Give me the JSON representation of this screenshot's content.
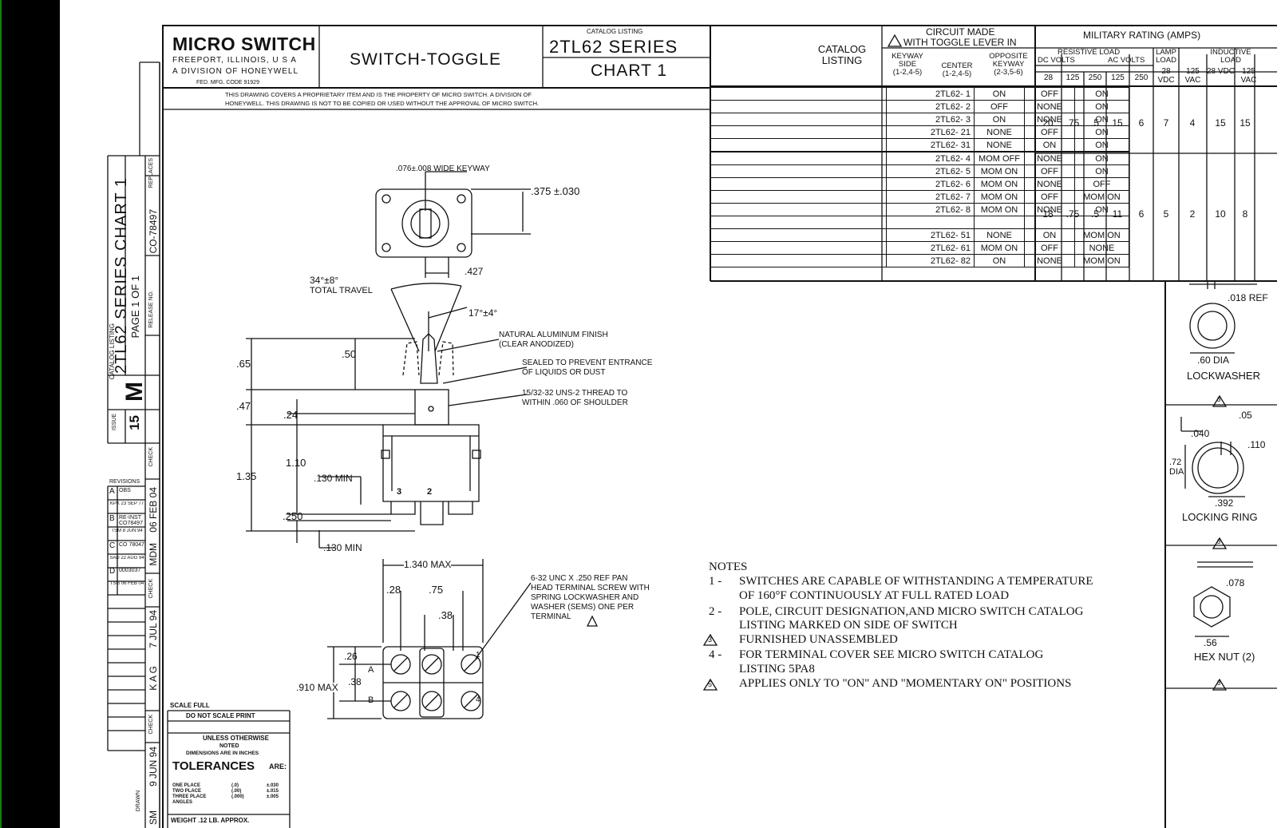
{
  "title_block": {
    "company": "MICRO SWITCH",
    "address": "FREEPORT, ILLINOIS, U S A",
    "division": "A DIVISION OF HONEYWELL",
    "fed_code": "FED. MFG. CODE 91929",
    "part_name": "SWITCH-TOGGLE",
    "catalog_listing_label": "CATALOG LISTING",
    "series": "2TL62 SERIES",
    "chart": "CHART 1",
    "proprietary_line1": "THIS DRAWING COVERS A PROPRIETARY ITEM AND IS THE PROPERTY OF MICRO SWITCH. A DIVISION OF",
    "proprietary_line2": "HONEYWELL. THIS DRAWING IS NOT TO BE COPIED OR USED WITHOUT THE APPROVAL OF MICRO SWITCH."
  },
  "side_block": {
    "catalog_label": "CATALOG LISTING",
    "series_chart": "2TL62 SERIES CHART 1",
    "page": "PAGE 1 OF 1",
    "release_label": "RELEASE NO.",
    "release_no": "CO-78497",
    "replaces_label": "REPLACES",
    "issue_label": "ISSUE",
    "issue": "15",
    "brand_mark": "M",
    "check_label": "CHECK",
    "drawn_label": "DRAWN",
    "check_date1": "06 FEB 04",
    "check_name1": "MDM",
    "check_date2": "7 JUL 94",
    "check_name2": "K A G",
    "drawn_date": "9 JUN 94",
    "drawn_name": "SM",
    "revisions_label": "REVISIONS",
    "revisions": [
      {
        "letter": "A",
        "text": "OBS",
        "sub": "KPK 23 SEP 77"
      },
      {
        "letter": "B",
        "text": "RE-INST CO78497",
        "sub": "TSM 8 JUN 94"
      },
      {
        "letter": "C",
        "text": "CO 78047",
        "sub": "SAD 22 AUG 94"
      },
      {
        "letter": "D",
        "text": "0003037",
        "sub": "TSG 06 FEB 04"
      }
    ]
  },
  "table": {
    "catalog_header": "CATALOG LISTING",
    "circuit_header_1": "CIRCUIT MADE",
    "circuit_header_2": "WITH TOGGLE LEVER IN",
    "col_keyway": "KEYWAY SIDE",
    "col_keyway_sub": "(1-2,4-5)",
    "col_center": "CENTER",
    "col_center_sub": "(1-2,4-5)",
    "col_opposite": "OPPOSITE KEYWAY",
    "col_opposite_sub": "(2-3,5-6)",
    "military_header": "MILITARY RATING (AMPS)",
    "resistive_header": "RESISTIVE LOAD",
    "dc_volts": "DC VOLTS",
    "ac_volts": "AC VOLTS",
    "lamp_header": "LAMP LOAD",
    "inductive_header": "INDUCTIVE LOAD",
    "rating_cols": [
      "28",
      "125",
      "250",
      "125",
      "250",
      "28 VDC",
      "125 VAC",
      "28 VDC",
      "125 VAC"
    ],
    "rows": [
      {
        "cat": "2TL62- 1",
        "keyway": "ON",
        "center": "OFF",
        "opposite": "ON"
      },
      {
        "cat": "2TL62- 2",
        "keyway": "OFF",
        "center": "NONE",
        "opposite": "ON"
      },
      {
        "cat": "2TL62- 3",
        "keyway": "ON",
        "center": "NONE",
        "opposite": "ON"
      },
      {
        "cat": "2TL62- 21",
        "keyway": "NONE",
        "center": "OFF",
        "opposite": "ON"
      },
      {
        "cat": "2TL62- 31",
        "keyway": "NONE",
        "center": "ON",
        "opposite": "ON"
      },
      {
        "cat": "2TL62- 4",
        "keyway": "MOM OFF",
        "center": "NONE",
        "opposite": "ON"
      },
      {
        "cat": "2TL62- 5",
        "keyway": "MOM ON",
        "center": "OFF",
        "opposite": "ON"
      },
      {
        "cat": "2TL62- 6",
        "keyway": "MOM ON",
        "center": "NONE",
        "opposite": "OFF"
      },
      {
        "cat": "2TL62- 7",
        "keyway": "MOM ON",
        "center": "OFF",
        "opposite": "MOM ON"
      },
      {
        "cat": "2TL62- 8",
        "keyway": "MOM ON",
        "center": "NONE",
        "opposite": "ON"
      },
      {
        "cat": "",
        "keyway": "",
        "center": "",
        "opposite": ""
      },
      {
        "cat": "2TL62- 51",
        "keyway": "NONE",
        "center": "ON",
        "opposite": "MOM ON"
      },
      {
        "cat": "2TL62- 61",
        "keyway": "MOM ON",
        "center": "OFF",
        "opposite": "NONE"
      },
      {
        "cat": "2TL62- 82",
        "keyway": "ON",
        "center": "NONE",
        "opposite": "MOM ON"
      }
    ],
    "ratings_group1": [
      "20",
      ".75",
      ".5",
      "15",
      "6",
      "7",
      "4",
      "15",
      "15"
    ],
    "ratings_group2": [
      "18",
      ".75",
      ".5",
      "11",
      "6",
      "5",
      "2",
      "10",
      "8"
    ]
  },
  "drawing": {
    "keyway": ".076±.008 WIDE KEYWAY",
    "dim_375": ".375 ±.030",
    "dim_427": ".427",
    "travel_1": "34°±8°",
    "travel_2": "TOTAL TRAVEL",
    "angle_17": "17°±4°",
    "finish_1": "NATURAL ALUMINUM FINISH",
    "finish_2": "(CLEAR ANODIZED)",
    "sealed_1": "SEALED TO PREVENT ENTRANCE",
    "sealed_2": "OF LIQUIDS OR DUST",
    "thread_1": "15/32-32 UNS-2 THREAD TO",
    "thread_2": "WITHIN .060 OF SHOULDER",
    "dim_65": ".65",
    "dim_50": ".50",
    "dim_47": ".47",
    "dim_24": ".24",
    "dim_110": "1.10",
    "dim_135": "1.35",
    "dim_130min_a": ".130 MIN",
    "dim_250": ".250",
    "dim_130min_b": ".130 MIN",
    "term_3": "3",
    "term_2": "2",
    "dim_1340": "1.340 MAX",
    "dim_28": ".28",
    "dim_75": ".75",
    "dim_38a": ".38",
    "screw_1": "6-32 UNC X .250 REF PAN",
    "screw_2": "HEAD TERMINAL SCREW WITH",
    "screw_3": "SPRING LOCKWASHER AND",
    "screw_4": "WASHER (SEMS) ONE PER",
    "screw_5": "TERMINAL",
    "dim_26": ".26",
    "dim_38b": ".38",
    "dim_910": ".910 MAX",
    "pole_a": "A",
    "pole_b": "B",
    "pin_1": "1",
    "pin_4": "4"
  },
  "hardware": {
    "lockwasher_ref": ".018 REF",
    "lockwasher_dia": ".60 DIA",
    "lockwasher_label": "LOCKWASHER",
    "ring_05": ".05",
    "ring_040": ".040",
    "ring_110": ".110",
    "ring_72": ".72",
    "ring_dia": "DIA",
    "ring_392": ".392",
    "ring_label": "LOCKING RING",
    "nut_078": ".078",
    "nut_56": ".56",
    "nut_label": "HEX NUT (2)",
    "tri_3": "3"
  },
  "notes": {
    "heading": "NOTES",
    "n1_num": "1 -",
    "n1_a": "SWITCHES ARE CAPABLE OF WITHSTANDING A TEMPERATURE",
    "n1_b": "OF 160°F CONTINUOUSLY AT FULL RATED LOAD",
    "n2_num": "2 -",
    "n2_a": "POLE, CIRCUIT DESIGNATION,AND MICRO SWITCH CATALOG",
    "n2_b": "LISTING MARKED  ON SIDE OF SWITCH",
    "n3_num": "3",
    "n3": "FURNISHED UNASSEMBLED",
    "n4_num": "4 -",
    "n4_a": "FOR TERMINAL COVER SEE MICRO SWITCH CATALOG",
    "n4_b": "LISTING 5PA8",
    "n5_num": "5",
    "n5": "APPLIES ONLY TO \"ON\" AND \"MOMENTARY ON\" POSITIONS"
  },
  "bottom_block": {
    "scale": "SCALE FULL",
    "do_not_scale": "DO NOT SCALE PRINT",
    "unless_1": "UNLESS OTHERWISE",
    "unless_2": "NOTED",
    "unless_3": "DIMENSIONS ARE IN INCHES",
    "tolerances": "TOLERANCES",
    "are": "ARE:",
    "tol_rows": [
      {
        "label": "ONE PLACE",
        "fmt": "(.0)",
        "val": "±.030"
      },
      {
        "label": "TWO PLACE",
        "fmt": "(.00)",
        "val": "±.015"
      },
      {
        "label": "THREE PLACE",
        "fmt": "(.000)",
        "val": "±.005"
      },
      {
        "label": "ANGLES",
        "fmt": "",
        "val": ""
      }
    ],
    "weight": "WEIGHT .12 LB. APPROX."
  }
}
